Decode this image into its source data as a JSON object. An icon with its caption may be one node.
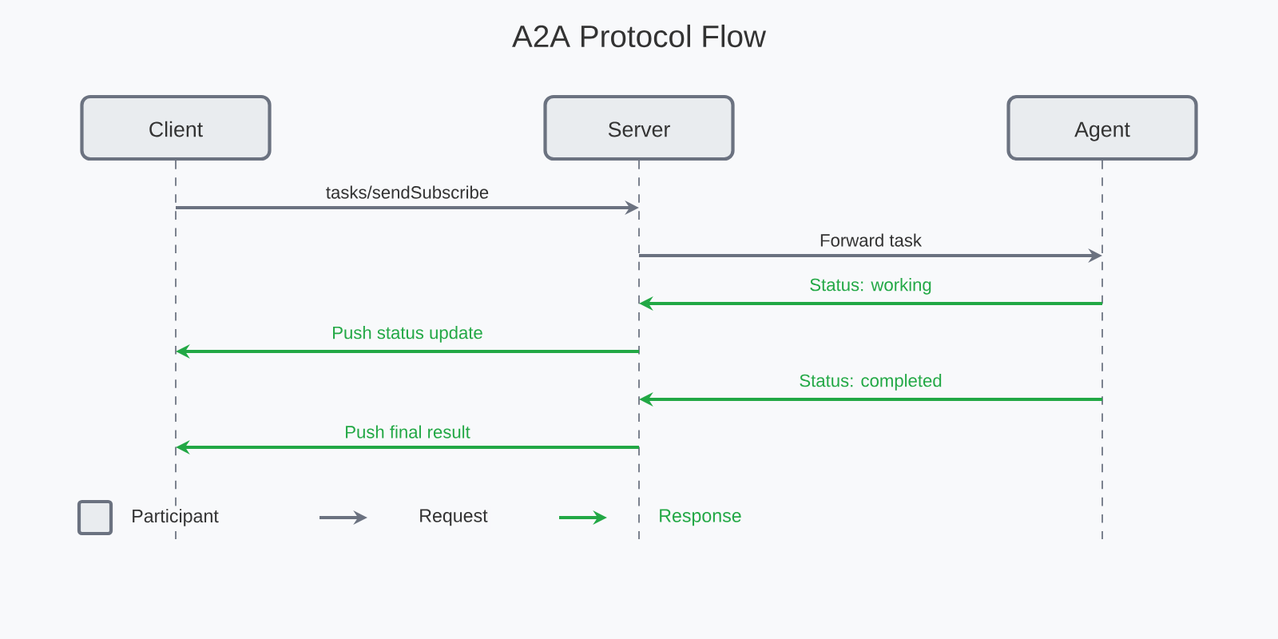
{
  "diagram": {
    "title": "A2A Protocol Flow",
    "nodes": [
      {
        "text": [
          "Client"
        ]
      },
      {
        "text": [
          "Server"
        ]
      },
      {
        "text": [
          "Agent"
        ]
      }
    ],
    "edges": [
      {
        "from": 0,
        "to": 1,
        "arrow": "to",
        "label": "tasks/sendSubscribe",
        "color": "#6b7280"
      },
      {
        "from": 1,
        "to": 2,
        "arrow": "to",
        "label": "Forward task",
        "color": "#6b7280"
      },
      {
        "from": 2,
        "to": 1,
        "arrow": "to",
        "label": "Status: working"
      },
      {
        "from": 1,
        "to": 0,
        "arrow": "to",
        "label": "Push status update"
      },
      {
        "from": 2,
        "to": 1,
        "arrow": "to",
        "label": "Status: completed"
      },
      {
        "from": 1,
        "to": 0,
        "arrow": "to",
        "label": "Push final result"
      }
    ],
    "legend": [
      {
        "text": "Participant"
      },
      {
        "text": "Request"
      },
      {
        "text": "Response"
      }
    ]
  }
}
